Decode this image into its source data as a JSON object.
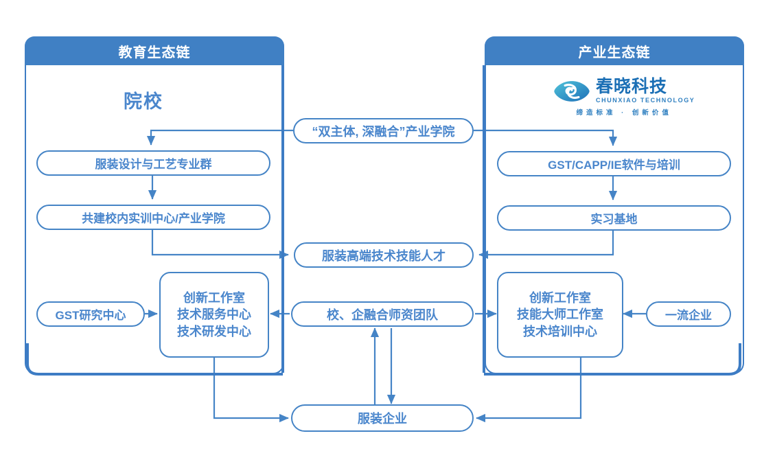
{
  "panels": {
    "left": {
      "title": "教育生态链",
      "section_title": "院校"
    },
    "right": {
      "title": "产业生态链"
    }
  },
  "logo": {
    "cn": "春晓科技",
    "en": "CHUNXIAO TECHNOLOGY",
    "slogan": "缔造标准 · 创新价值",
    "mark": "chunxiao-eye-icon"
  },
  "nodes": {
    "industry_college": "“双主体, 深融合”产业学院",
    "left_major_group": "服装设计与工艺专业群",
    "left_training_center": "共建校内实训中心/产业学院",
    "talent": "服装高端技术技能人才",
    "gst_research": "GST研究中心",
    "left_studio": {
      "line1": "创新工作室",
      "line2": "技术服务中心",
      "line3": "技术研发中心"
    },
    "faculty_team": "校、企融合师资团队",
    "right_software": "GST/CAPP/IE软件与培训",
    "right_internship": "实习基地",
    "right_studio": {
      "line1": "创新工作室",
      "line2": "技能大师工作室",
      "line3": "技术培训中心"
    },
    "top_enterprise": "一流企业",
    "apparel_enterprise": "服装企业"
  },
  "colors": {
    "header_fill": "#4080C4",
    "panel_border": "#3D7CC4",
    "node_border": "#4584C6",
    "node_text": "#4A86CC",
    "wire": "#4584C6",
    "thick_wire": "#3D7CC4",
    "header_text": "#FFFFFF",
    "logo_blue": "#1B6FB5"
  }
}
